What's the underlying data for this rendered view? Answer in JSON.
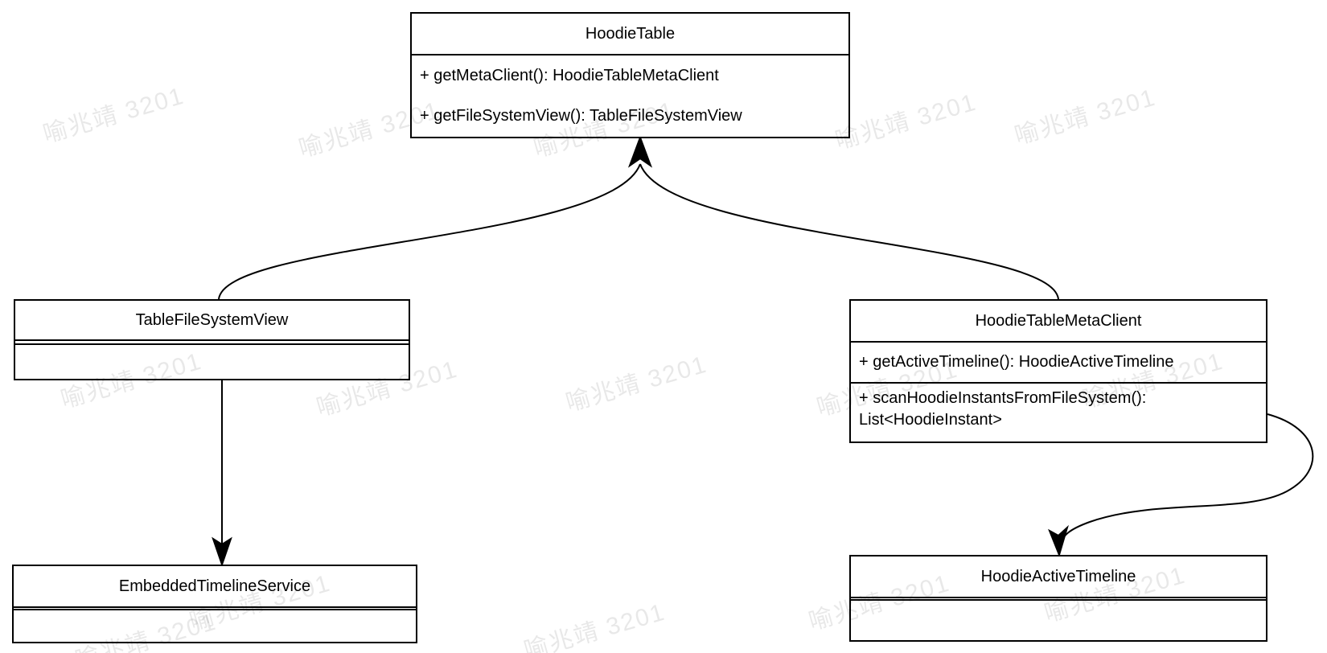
{
  "classes": [
    {
      "name": "HoodieTable",
      "methods": [
        "+ getMetaClient(): HoodieTableMetaClient",
        "+ getFileSystemView(): TableFileSystemView"
      ]
    },
    {
      "name": "TableFileSystemView",
      "methods": []
    },
    {
      "name": "HoodieTableMetaClient",
      "methods": [
        "+ getActiveTimeline(): HoodieActiveTimeline",
        "+ scanHoodieInstantsFromFileSystem(): List<HoodieInstant>"
      ]
    },
    {
      "name": "EmbeddedTimelineService",
      "methods": []
    },
    {
      "name": "HoodieActiveTimeline",
      "methods": []
    }
  ],
  "relations": [
    {
      "from": "TableFileSystemView",
      "to": "HoodieTable"
    },
    {
      "from": "HoodieTableMetaClient",
      "to": "HoodieTable"
    },
    {
      "from": "TableFileSystemView",
      "to": "EmbeddedTimelineService"
    },
    {
      "from": "HoodieTableMetaClient",
      "to": "HoodieActiveTimeline"
    }
  ],
  "watermark": {
    "text": "喻兆靖 3201",
    "color": "rgba(0,0,0,0.09)"
  },
  "edge_color": "#000000"
}
